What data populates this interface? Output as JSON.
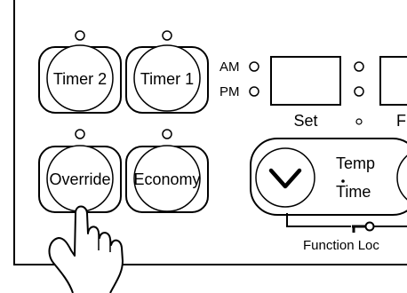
{
  "buttons": {
    "timer2": "Timer 2",
    "timer1": "Timer 1",
    "override": "Override",
    "economy": "Economy"
  },
  "indicators": {
    "am": "AM",
    "pm": "PM"
  },
  "display": {
    "set_label": "Set",
    "partial_label": "F"
  },
  "rocker": {
    "temp": "Temp",
    "time": "Time"
  },
  "function_lock": {
    "label": "Function Loc"
  }
}
